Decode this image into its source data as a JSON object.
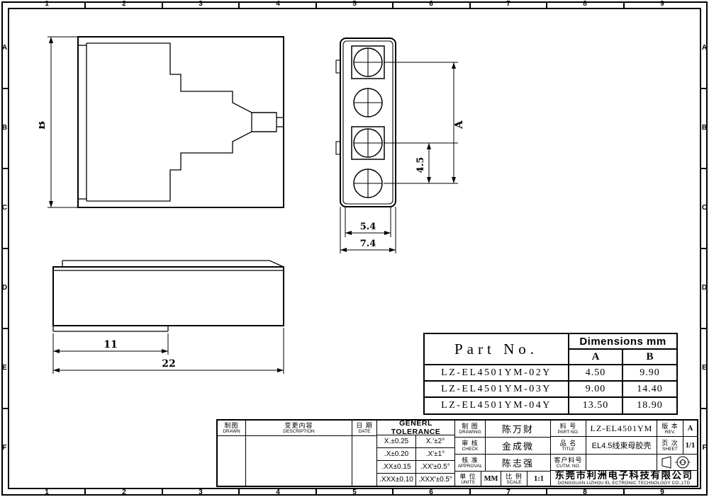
{
  "sheet": {
    "grid_cols": [
      "1",
      "2",
      "3",
      "4",
      "5",
      "6",
      "7",
      "8",
      "9"
    ],
    "grid_rows": [
      "A",
      "B",
      "C",
      "D",
      "E",
      "F"
    ]
  },
  "views": {
    "front": {
      "dim_b": "B"
    },
    "side": {
      "dim_a": "A",
      "dim_pitch": "4.5",
      "dim_w1": "5.4",
      "dim_w2": "7.4"
    },
    "bottom": {
      "dim_l1": "11",
      "dim_l2": "22"
    }
  },
  "part_table": {
    "title": "Part No.",
    "dims_header": "Dimensions mm",
    "col_a": "A",
    "col_b": "B",
    "rows": [
      {
        "part": "LZ-EL4501YM-02Y",
        "a": "4.50",
        "b": "9.90"
      },
      {
        "part": "LZ-EL4501YM-03Y",
        "a": "9.00",
        "b": "14.40"
      },
      {
        "part": "LZ-EL4501YM-04Y",
        "a": "13.50",
        "b": "18.90"
      }
    ]
  },
  "title_block": {
    "drawn_cn": "制图",
    "drawn_en": "DRAWN",
    "description_cn": "变更内容",
    "description_en": "DESCRIPTION",
    "date_cn": "日 期",
    "date_en": "DATE",
    "tolerance_title": "GENERL  TOLERANCE",
    "tolerances": [
      [
        "X.±0.25",
        "X.'±2°"
      ],
      [
        ".X±0.20",
        ".X'±1°"
      ],
      [
        ".XX±0.15",
        ".XX'±0.5°"
      ],
      [
        ".XXX±0.10",
        ".XXX'±0.5°"
      ]
    ],
    "drawing_cn": "制 图",
    "drawing_en": "DRAWING",
    "drawing_name": "陈万财",
    "check_cn": "审 核",
    "check_en": "CHECK",
    "check_name": "金成微",
    "approval_cn": "核 准",
    "approval_en": "APPROVAL",
    "approval_name": "陈志强",
    "units_cn": "单 位",
    "units_en": "UNITS",
    "units_value": "MM",
    "scale_cn": "比 例",
    "scale_en": "SCALE",
    "scale_value": "1:1",
    "part_no_cn": "料 号",
    "part_no_en": "PART NO.",
    "part_no_value": "LZ-EL4501YM",
    "title_cn": "品 名",
    "title_en": "TITLE",
    "title_value": "EL4.5线束母胶壳",
    "cust_cn": "客户料号",
    "cust_en": "CUTM. NO.",
    "rev_cn": "版 本",
    "rev_en": "REV.",
    "rev_value": "A",
    "sheet_cn": "页 次",
    "sheet_en": "SHEET",
    "sheet_value": "1/1",
    "company_cn": "东莞市利洲电子科技有限公司",
    "company_en": "DONGGUAN LIZHOU EL ECTRONIC TECHNOLOGY CO.,LTD"
  }
}
